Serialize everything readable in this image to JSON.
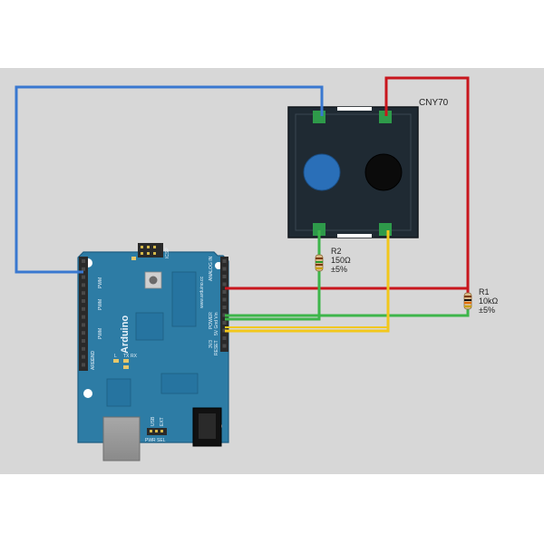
{
  "components": {
    "sensor": {
      "label": "CNY70"
    },
    "resistor_r2": {
      "ref": "R2",
      "value": "150Ω",
      "tolerance": "±5%"
    },
    "resistor_r1": {
      "ref": "R1",
      "value": "10kΩ",
      "tolerance": "±5%"
    },
    "board": {
      "logo_text": "Arduino",
      "url_text": "www.arduino.cc",
      "icsp_text": "ICSP",
      "pwm_text": "PWM",
      "analog_text": "ANALOG IN",
      "power_text": "POWER",
      "power_pins_text": "5V Gnd Vin",
      "reset_text": "RESET",
      "v33_text": "3V3",
      "aref_text": "AREF",
      "gnd_text": "GND",
      "tx_text": "TX",
      "rx_text": "RX",
      "usb_text": "USB",
      "ext_text": "EXT",
      "pwr_sel_text": "PWR SEL",
      "l_text": "L"
    }
  },
  "colors": {
    "background": "#d7d7d7",
    "board": "#2d7ca5",
    "sensor_body": "#1f2a33",
    "emitter": "#2a6fb8",
    "wire_blue": "#3a78d0",
    "wire_red": "#c8161d",
    "wire_green": "#3db54a",
    "wire_yellow": "#f2c71c"
  }
}
